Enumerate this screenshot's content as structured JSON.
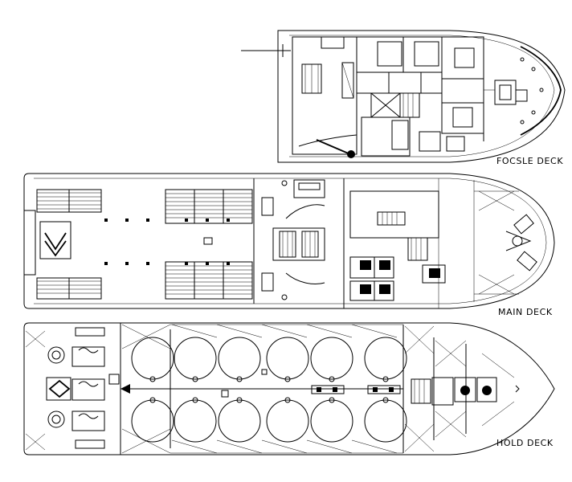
{
  "decks": [
    {
      "id": "focsle",
      "label": "FOCSLE DECK"
    },
    {
      "id": "main",
      "label": "MAIN DECK"
    },
    {
      "id": "hold",
      "label": "HOLD DECK"
    }
  ],
  "tank_rows": 2,
  "tanks_per_row": 6
}
